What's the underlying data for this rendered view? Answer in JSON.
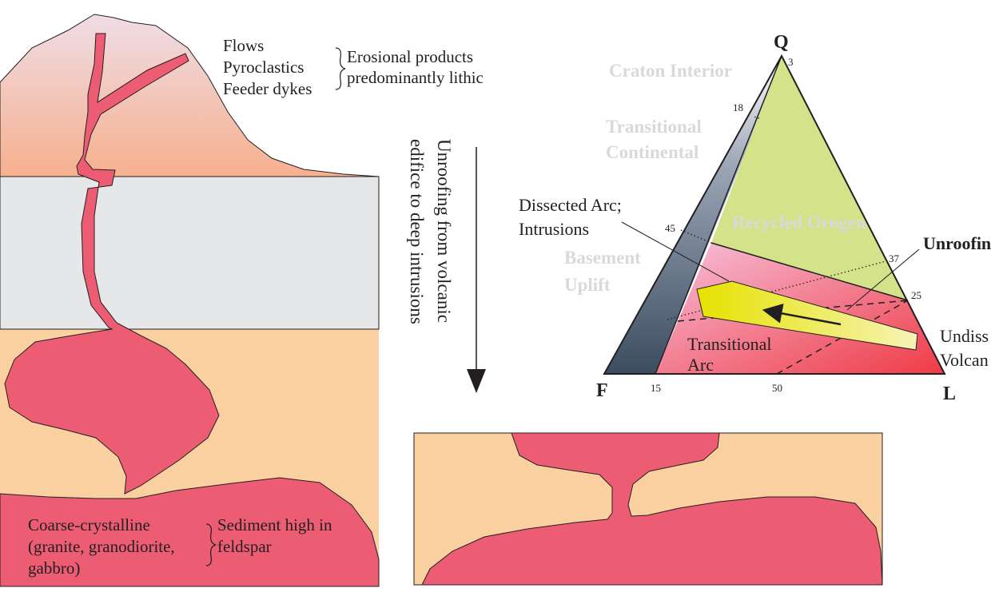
{
  "volcano_labels": {
    "flows": "Flows",
    "pyroclastics": "Pyroclastics",
    "feeder_dykes": "Feeder dykes",
    "erosional_1": "Erosional products",
    "erosional_2": "predominantly lithic"
  },
  "intrusion_labels": {
    "coarse": "Coarse-crystalline",
    "granite": "(granite, granodiorite,",
    "gabbro": "gabbro)",
    "sediment_1": "Sediment high in",
    "sediment_2": "feldspar"
  },
  "arrow_text": {
    "line1": "Unroofing from volcanic",
    "line2": "edifice to deep intrusions"
  },
  "ternary": {
    "apex_q": "Q",
    "apex_f": "F",
    "apex_l": "L",
    "fields": {
      "craton_interior": "Craton Interior",
      "transitional_1": "Transitional",
      "continental": "Continental",
      "recycled_orogen": "Recycled Orogen",
      "basement": "Basement",
      "uplift": "Uplift",
      "dissected_1": "Dissected Arc;",
      "dissected_2": "Intrusions",
      "transitional_arc_1": "Transitional",
      "transitional_arc_2": "Arc",
      "undissected_1": "Undiss",
      "undissected_2": "Volcan",
      "unroofing": "Unroofin"
    },
    "ticks": {
      "t3": "3",
      "t18": "18",
      "t45": "45",
      "t37": "37",
      "t25": "25",
      "t15": "15",
      "t50": "50"
    }
  },
  "colors": {
    "magma": "#ec5d74",
    "host_rock": "#fbd0a0",
    "grey_layer": "#e6e7e8",
    "recycled_orogen": "#d4e28a",
    "arrow_band": "#e8e600"
  }
}
